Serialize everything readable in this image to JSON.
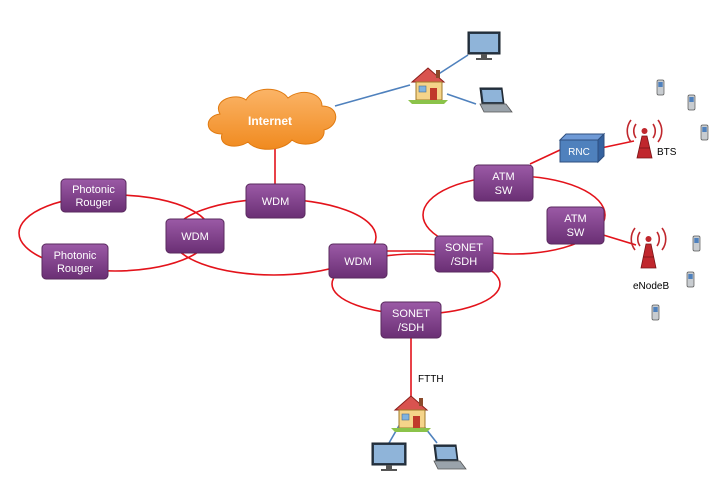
{
  "nodes": {
    "photonic_top": [
      "Photonic",
      "Rouger"
    ],
    "photonic_bottom": [
      "Photonic",
      "Rouger"
    ],
    "wdm_left": [
      "WDM"
    ],
    "wdm_top": [
      "WDM"
    ],
    "wdm_center": [
      "WDM"
    ],
    "sonet_right": [
      "SONET",
      "/SDH"
    ],
    "sonet_bottom": [
      "SONET",
      "/SDH"
    ],
    "atm_top": [
      "ATM",
      "SW"
    ],
    "atm_right": [
      "ATM",
      "SW"
    ]
  },
  "internet_label": "Internet",
  "rnc_label": "RNC",
  "bts_label": "BTS",
  "enodeb_label": "eNodeB",
  "ftth_label": "FTTH",
  "colors": {
    "node_fill": "#7b3f85",
    "ring": "#e3131b",
    "link_blue": "#4f81bd",
    "cloud": "#f79646",
    "rnc_fill": "#4f81bd"
  }
}
